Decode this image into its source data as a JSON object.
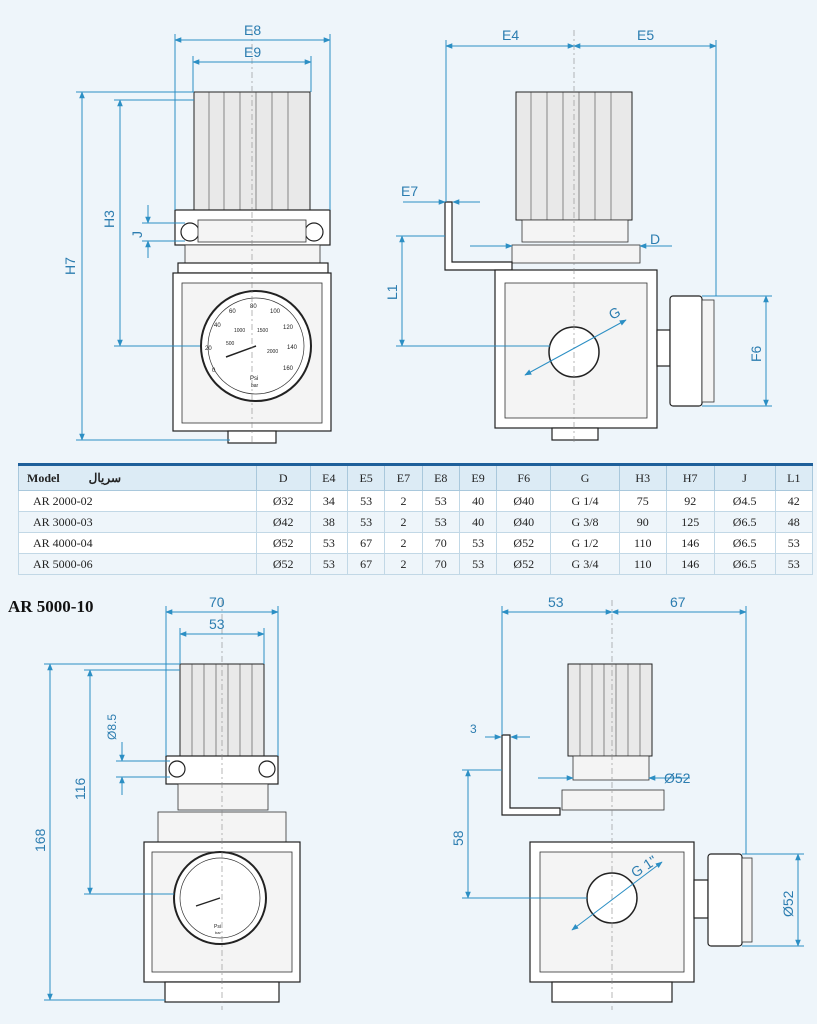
{
  "table": {
    "headers": [
      "Model سریال",
      "D",
      "E4",
      "E5",
      "E7",
      "E8",
      "E9",
      "F6",
      "G",
      "H3",
      "H7",
      "J",
      "L1"
    ],
    "header_model_label": "Model",
    "header_model_fa": "سریال",
    "rows": [
      [
        "AR 2000-02",
        "Ø32",
        "34",
        "53",
        "2",
        "53",
        "40",
        "Ø40",
        "G 1/4",
        "75",
        "92",
        "Ø4.5",
        "42"
      ],
      [
        "AR 3000-03",
        "Ø42",
        "38",
        "53",
        "2",
        "53",
        "40",
        "Ø40",
        "G 3/8",
        "90",
        "125",
        "Ø6.5",
        "48"
      ],
      [
        "AR 4000-04",
        "Ø52",
        "53",
        "67",
        "2",
        "70",
        "53",
        "Ø52",
        "G 1/2",
        "110",
        "146",
        "Ø6.5",
        "53"
      ],
      [
        "AR 5000-06",
        "Ø52",
        "53",
        "67",
        "2",
        "70",
        "53",
        "Ø52",
        "G 3/4",
        "110",
        "146",
        "Ø6.5",
        "53"
      ]
    ]
  },
  "top_front_dims": {
    "e8": "E8",
    "e9": "E9",
    "h7": "H7",
    "h3": "H3",
    "j": "J"
  },
  "top_side_dims": {
    "e4": "E4",
    "e5": "E5",
    "e7": "E7",
    "l1": "L1",
    "d": "D",
    "g": "G",
    "f6": "F6"
  },
  "section_title": "AR 5000-10",
  "bottom_front_dims": {
    "w70": "70",
    "w53": "53",
    "h168": "168",
    "h116": "116",
    "d85": "Ø8.5"
  },
  "bottom_side_dims": {
    "w53": "53",
    "w67": "67",
    "w3": "3",
    "h58": "58",
    "d52a": "Ø52",
    "g1": "G 1\"",
    "d52b": "Ø52"
  },
  "gauge": {
    "unit_psi": "Psi",
    "unit_bar": "bar",
    "ticks": [
      "0",
      "20",
      "40",
      "60",
      "80",
      "100",
      "120",
      "140",
      "160"
    ],
    "inner": [
      "500",
      "1000",
      "1500",
      "2000"
    ]
  },
  "colors": {
    "dimension": "#2c8fc4",
    "table_accent": "#1e5f9a",
    "background": "#eef5fa"
  }
}
